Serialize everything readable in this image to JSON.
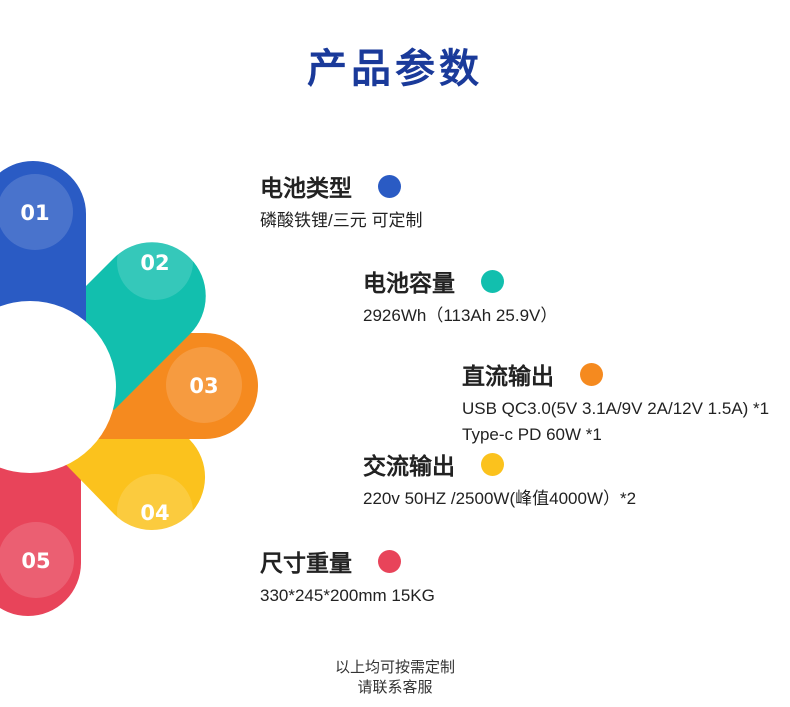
{
  "title": "产品参数",
  "petals": [
    {
      "label": "01",
      "color": "#2a5bc4"
    },
    {
      "label": "02",
      "color": "#12bfae"
    },
    {
      "label": "03",
      "color": "#f58a1f"
    },
    {
      "label": "04",
      "color": "#fbc21d"
    },
    {
      "label": "05",
      "color": "#e8445a"
    }
  ],
  "specs": [
    {
      "label": "电池类型",
      "value": "磷酸铁锂/三元  可定制",
      "color": "#2a5bc4"
    },
    {
      "label": "电池容量",
      "value": "2926Wh（113Ah 25.9V）",
      "color": "#12bfae"
    },
    {
      "label": "直流输出",
      "value": "USB QC3.0(5V 3.1A/9V 2A/12V 1.5A) *1",
      "value2": "Type-c PD 60W *1",
      "color": "#f58a1f"
    },
    {
      "label": "交流输出",
      "value": "220v 50HZ /2500W(峰值4000W）*2",
      "color": "#fbc21d"
    },
    {
      "label": "尺寸重量",
      "value": "330*245*200mm  15KG",
      "color": "#e8445a"
    }
  ],
  "footer": {
    "line1": "以上均可按需定制",
    "line2": "请联系客服"
  }
}
